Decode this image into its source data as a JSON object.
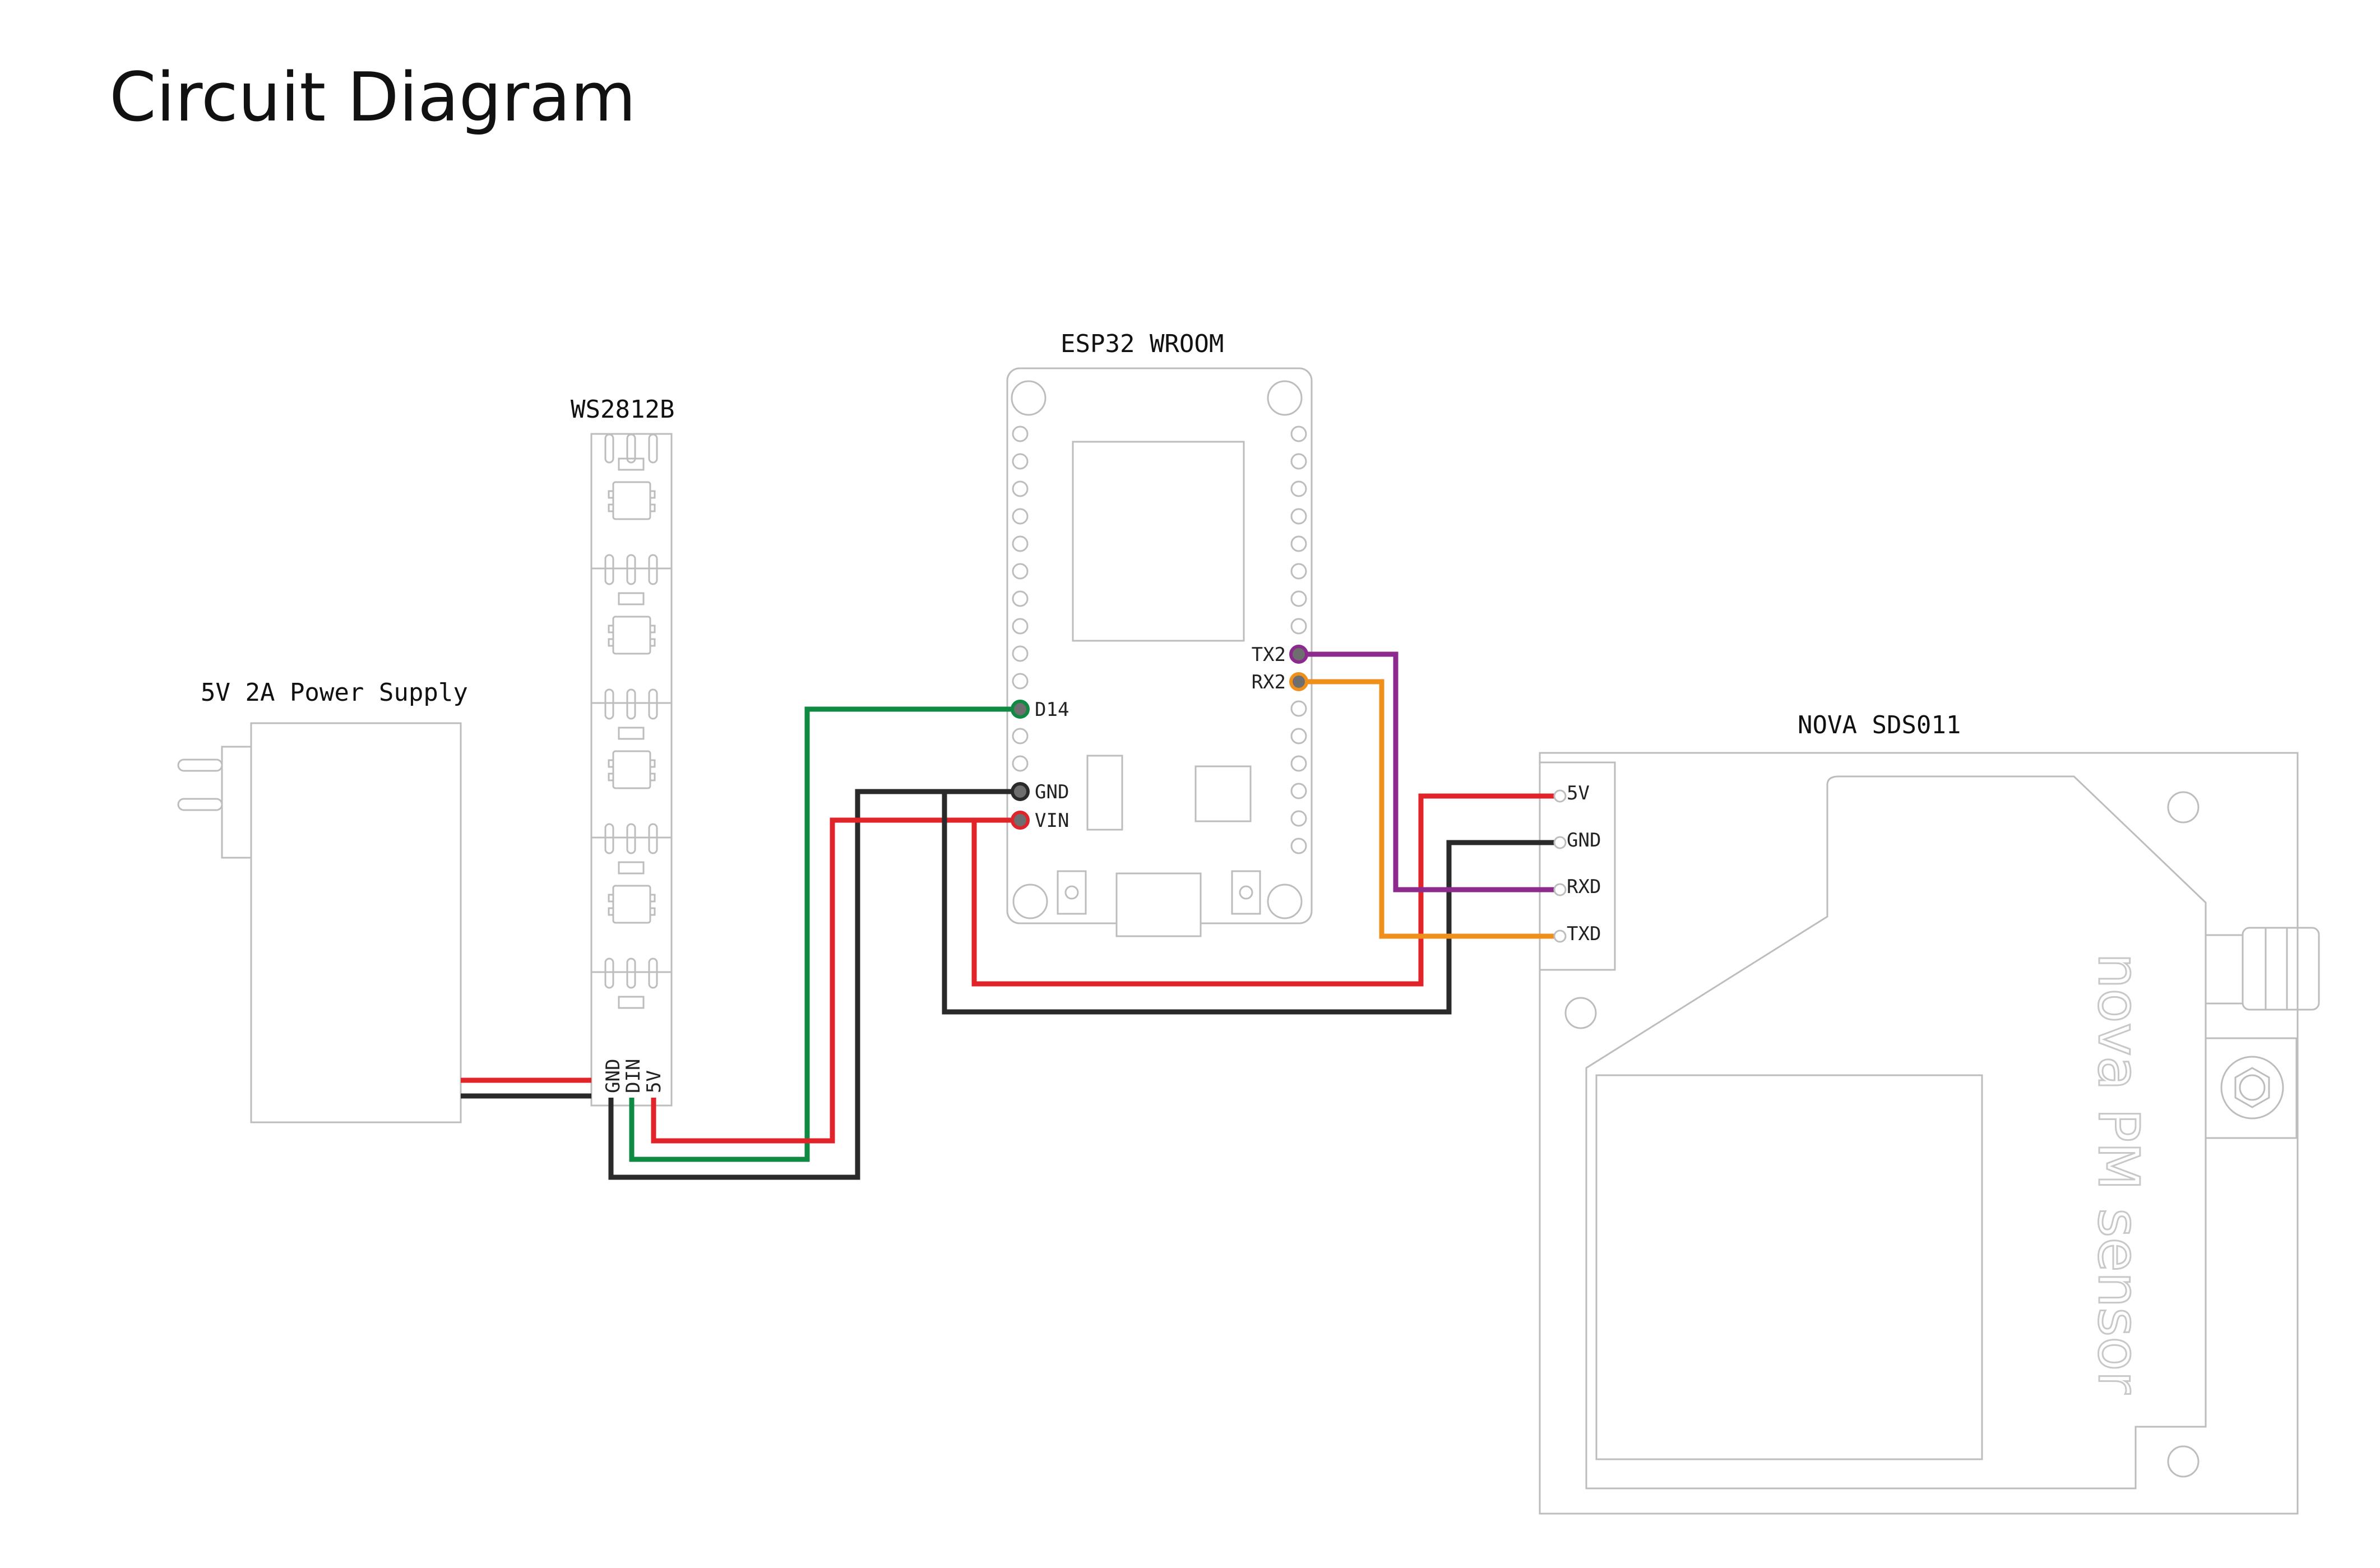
{
  "title": "Circuit Diagram",
  "components": {
    "power_supply": {
      "label": "5V 2A Power Supply"
    },
    "led_strip": {
      "label": "WS2812B",
      "pins": [
        "GND",
        "DIN",
        "5V"
      ]
    },
    "esp32": {
      "label": "ESP32 WROOM",
      "pins": {
        "tx2": "TX2",
        "rx2": "RX2",
        "d14": "D14",
        "gnd": "GND",
        "vin": "VIN"
      }
    },
    "sensor": {
      "label": "NOVA SDS011",
      "brand": "nova PM sensor",
      "pins": [
        "5V",
        "GND",
        "RXD",
        "TXD"
      ]
    }
  },
  "wire_colors": {
    "power": "#e0242a",
    "ground": "#2a2a2a",
    "data": "#0e8a42",
    "tx": "#8c2a8e",
    "rx": "#f0901c"
  }
}
